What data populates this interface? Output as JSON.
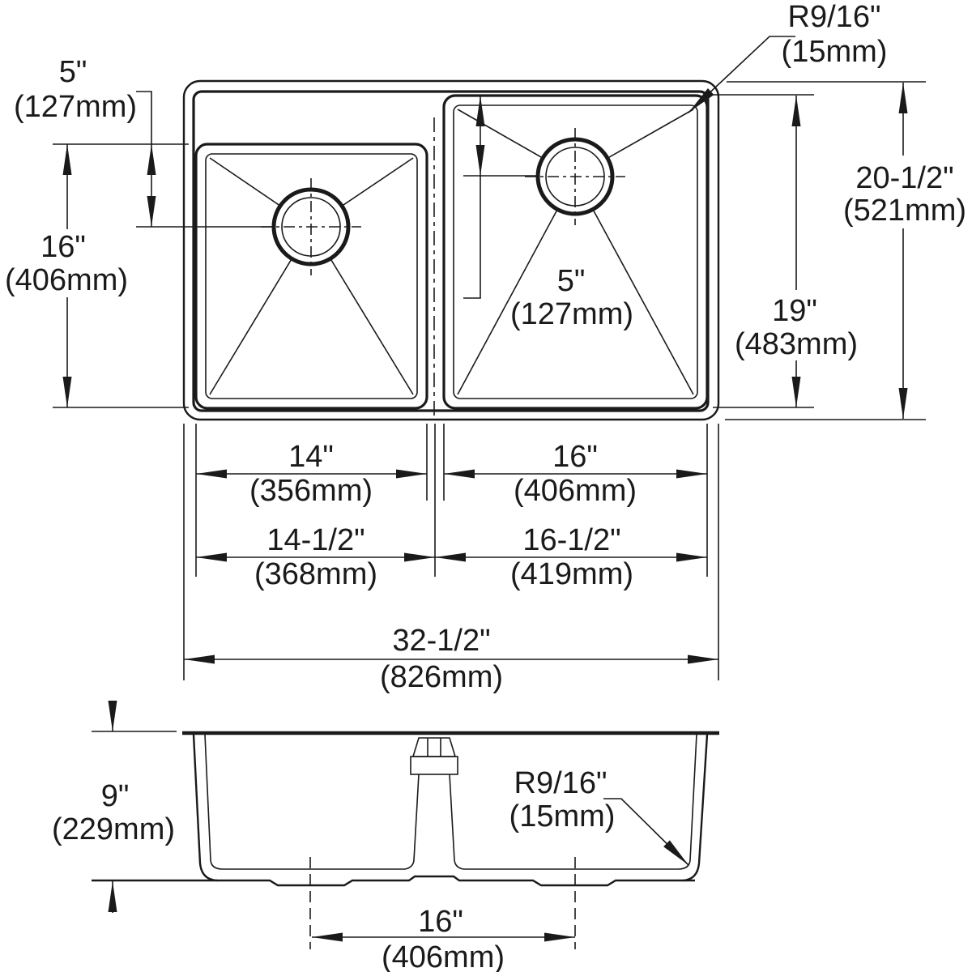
{
  "colors": {
    "line": "#1a1a1a",
    "background": "#ffffff"
  },
  "top_view": {
    "dimensions": {
      "drain_offset_left": {
        "in": "5\"",
        "mm": "(127mm)"
      },
      "left_bowl_front_to_back": {
        "in": "16\"",
        "mm": "(406mm)"
      },
      "corner_radius": {
        "in": "R9/16\"",
        "mm": "(15mm)"
      },
      "overall_front_to_back": {
        "in": "20-1/2\"",
        "mm": "(521mm)"
      },
      "right_bowl_front_to_back": {
        "in": "19\"",
        "mm": "(483mm)"
      },
      "drain_offset_right": {
        "in": "5\"",
        "mm": "(127mm)"
      },
      "left_bowl_width": {
        "in": "14\"",
        "mm": "(356mm)"
      },
      "right_bowl_width": {
        "in": "16\"",
        "mm": "(406mm)"
      },
      "left_section_width": {
        "in": "14-1/2\"",
        "mm": "(368mm)"
      },
      "right_section_width": {
        "in": "16-1/2\"",
        "mm": "(419mm)"
      },
      "overall_width": {
        "in": "32-1/2\"",
        "mm": "(826mm)"
      }
    }
  },
  "front_view": {
    "dimensions": {
      "bowl_depth": {
        "in": "9\"",
        "mm": "(229mm)"
      },
      "corner_radius": {
        "in": "R9/16\"",
        "mm": "(15mm)"
      },
      "drain_spacing": {
        "in": "16\"",
        "mm": "(406mm)"
      }
    }
  }
}
